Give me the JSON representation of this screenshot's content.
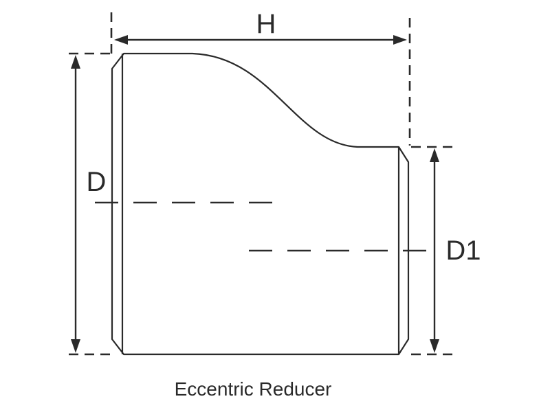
{
  "dimensions": {
    "overall_length_label": "H",
    "large_diameter_label": "D",
    "small_diameter_label": "D1"
  },
  "caption": "Eccentric Reducer"
}
